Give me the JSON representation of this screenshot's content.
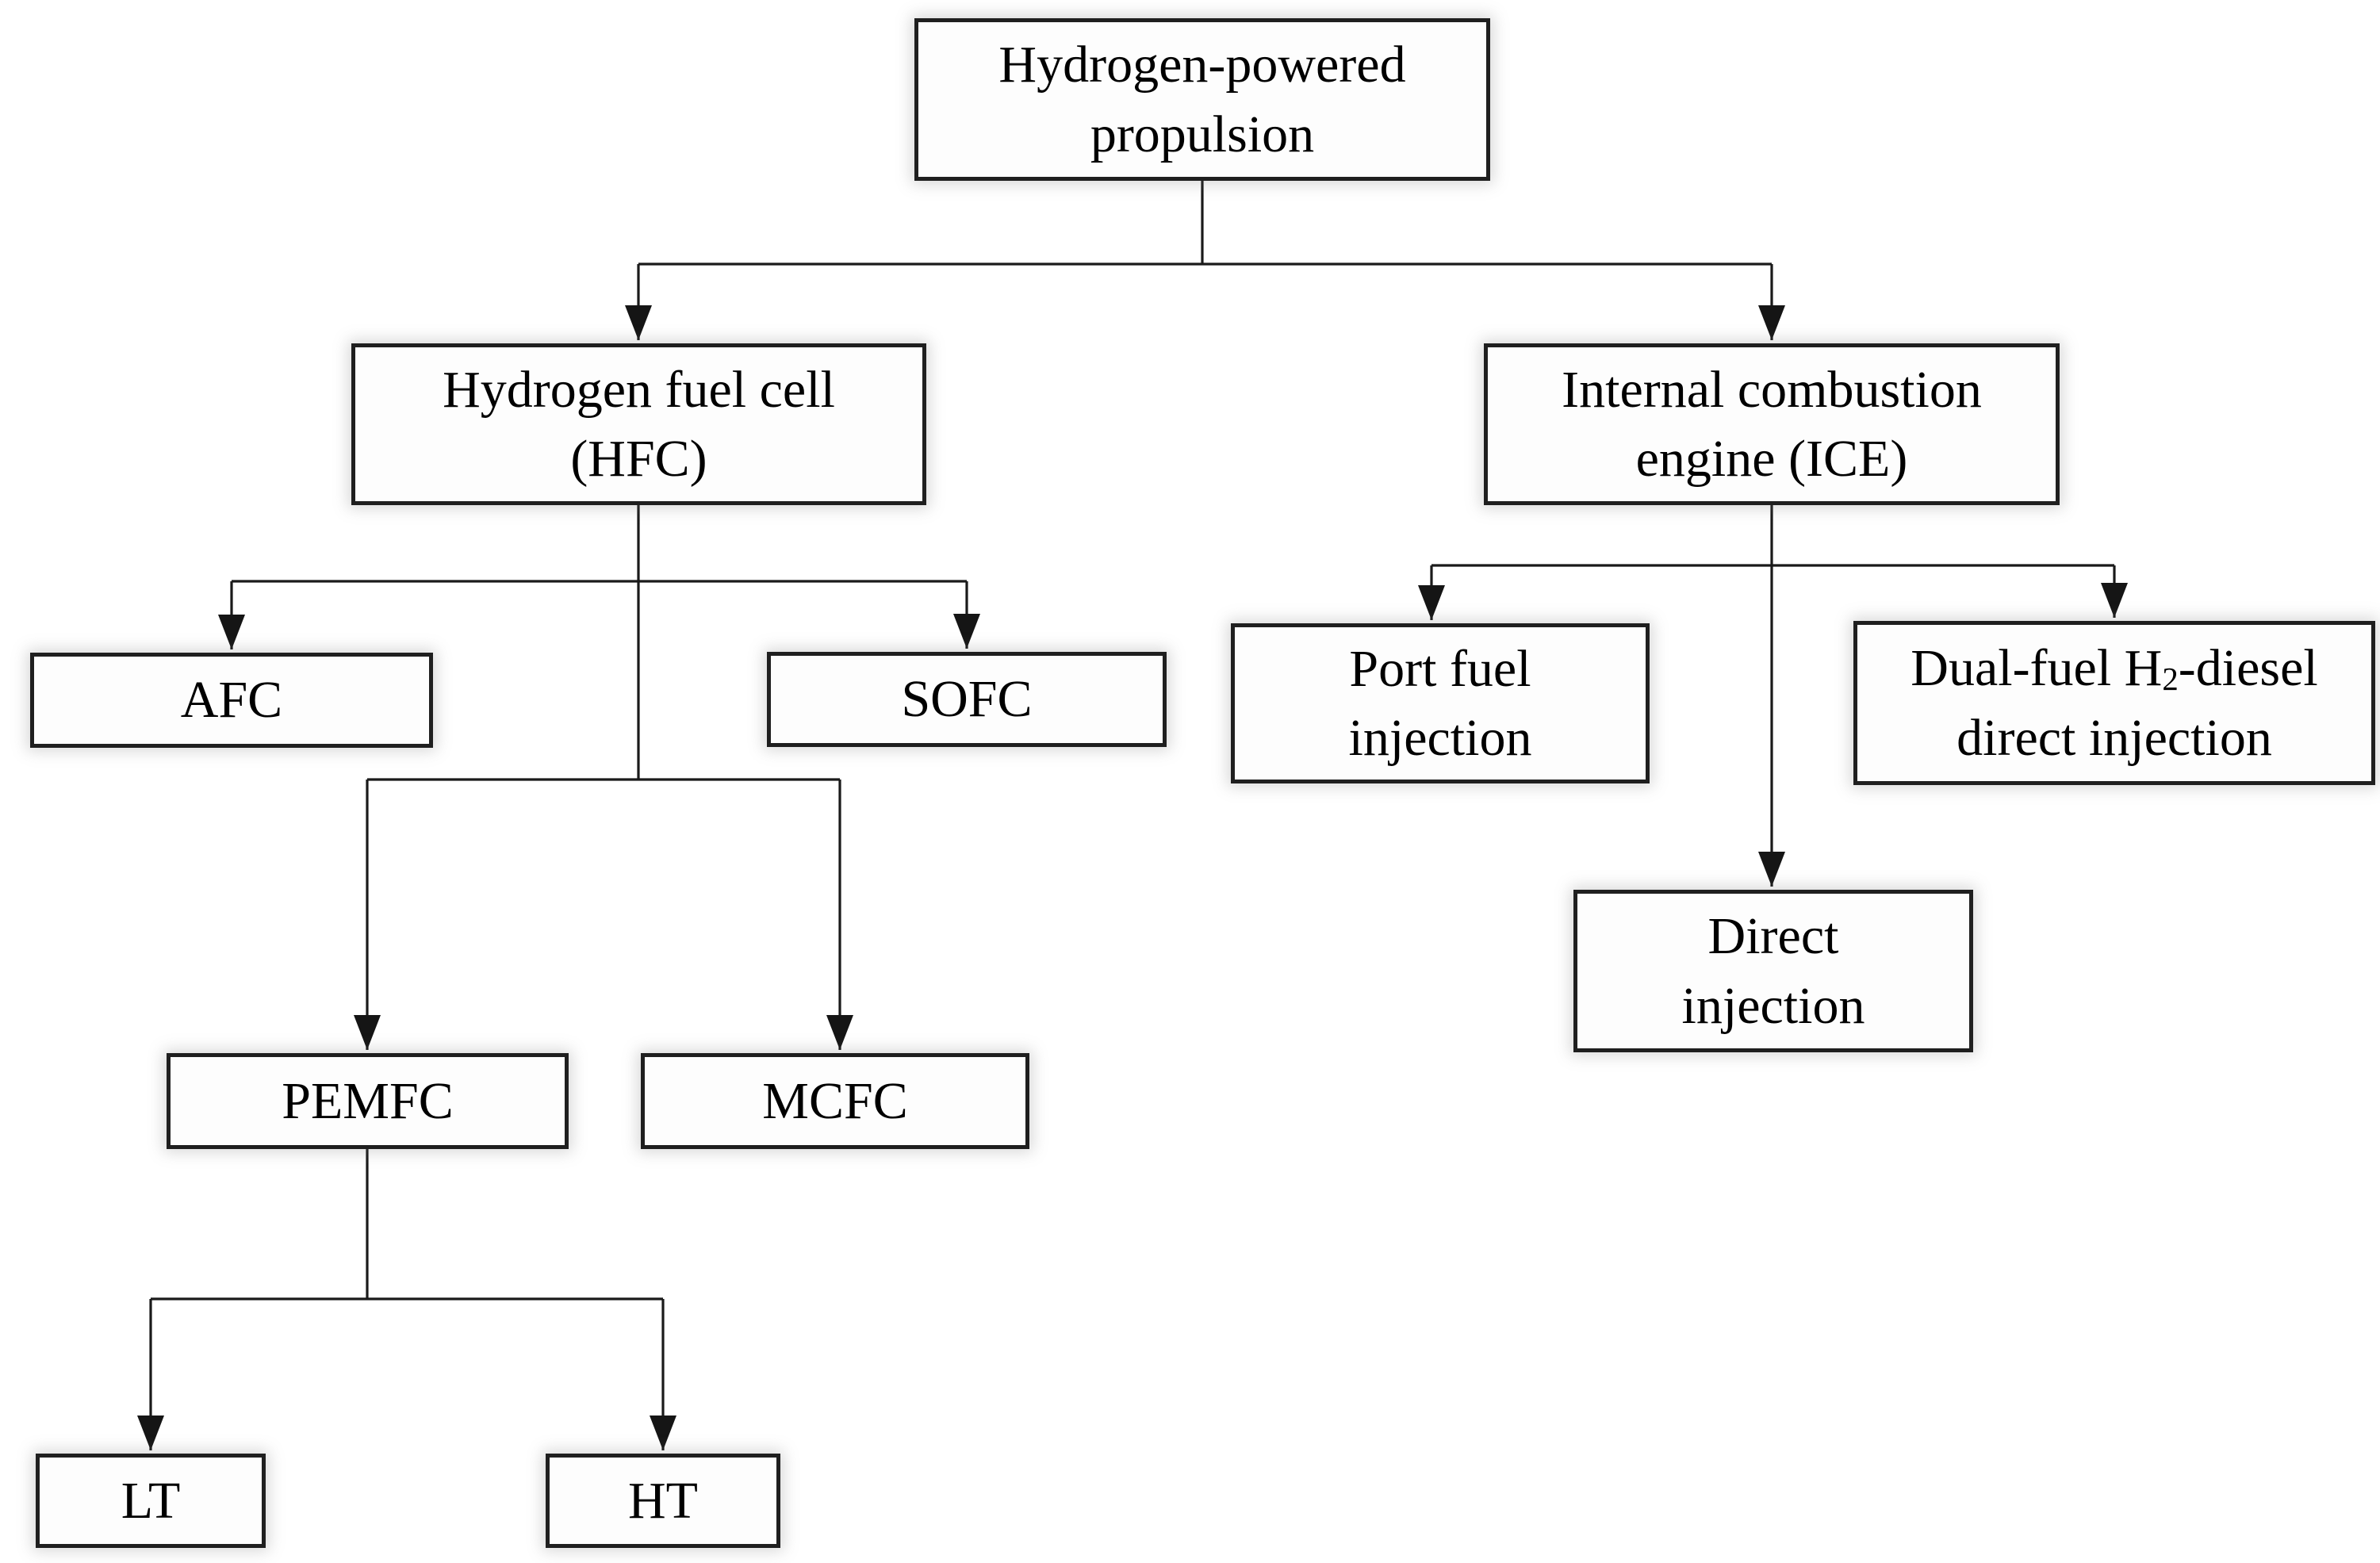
{
  "diagram": {
    "type": "flowchart-tree",
    "nodes": {
      "root": {
        "line1": "Hydrogen-powered",
        "line2": "propulsion"
      },
      "hfc": {
        "line1": "Hydrogen fuel cell",
        "line2": "(HFC)"
      },
      "ice": {
        "line1": "Internal combustion",
        "line2": "engine (ICE)"
      },
      "afc": {
        "label": "AFC"
      },
      "sofc": {
        "label": "SOFC"
      },
      "port_fuel_injection": {
        "line1": "Port fuel",
        "line2": "injection"
      },
      "dual_fuel_h2_diesel": {
        "line1_prefix": "Dual-fuel H",
        "line1_sub": "2",
        "line1_suffix": "-diesel",
        "line2": "direct injection"
      },
      "direct_injection": {
        "line1": "Direct",
        "line2": "injection"
      },
      "pemfc": {
        "label": "PEMFC"
      },
      "mcfc": {
        "label": "MCFC"
      },
      "lt": {
        "label": "LT"
      },
      "ht": {
        "label": "HT"
      }
    },
    "edges": [
      {
        "from": "Hydrogen-powered propulsion",
        "to": "Hydrogen fuel cell (HFC)"
      },
      {
        "from": "Hydrogen-powered propulsion",
        "to": "Internal combustion engine (ICE)"
      },
      {
        "from": "Hydrogen fuel cell (HFC)",
        "to": "AFC"
      },
      {
        "from": "Hydrogen fuel cell (HFC)",
        "to": "SOFC"
      },
      {
        "from": "Hydrogen fuel cell (HFC)",
        "to": "PEMFC"
      },
      {
        "from": "Hydrogen fuel cell (HFC)",
        "to": "MCFC"
      },
      {
        "from": "PEMFC",
        "to": "LT"
      },
      {
        "from": "PEMFC",
        "to": "HT"
      },
      {
        "from": "Internal combustion engine (ICE)",
        "to": "Port fuel injection"
      },
      {
        "from": "Internal combustion engine (ICE)",
        "to": "Dual-fuel H2-diesel direct injection"
      },
      {
        "from": "Internal combustion engine (ICE)",
        "to": "Direct injection"
      }
    ],
    "colors": {
      "background": "#ffffff",
      "line": "#1a1a1a",
      "box_border": "#1f1f1f",
      "box_fill": "#fdfdfd",
      "text": "#000000"
    }
  }
}
